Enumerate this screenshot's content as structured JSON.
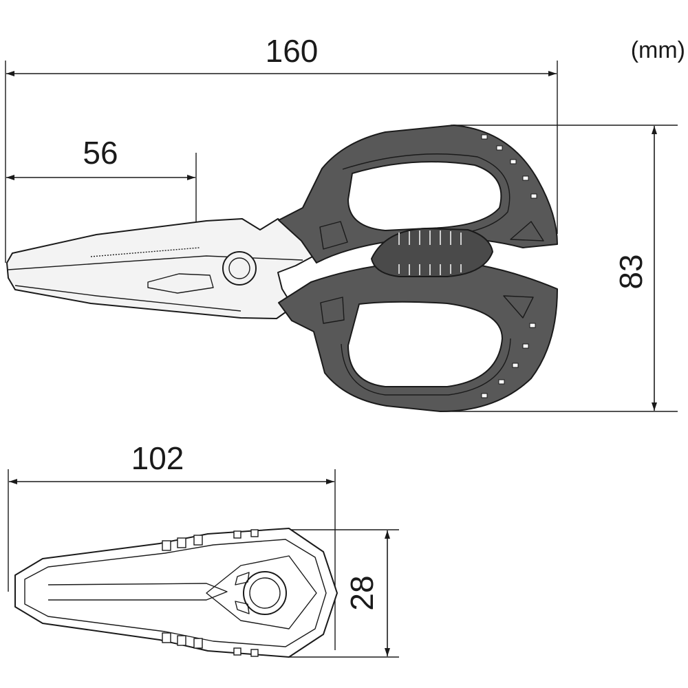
{
  "unit_label": "(mm)",
  "dimensions": {
    "overall_length": "160",
    "blade_length": "56",
    "handle_height": "83",
    "case_length": "102",
    "case_thickness": "28"
  },
  "colors": {
    "handle": "#585858",
    "blade": "#f3f3f3",
    "line": "#1a1a1a"
  }
}
